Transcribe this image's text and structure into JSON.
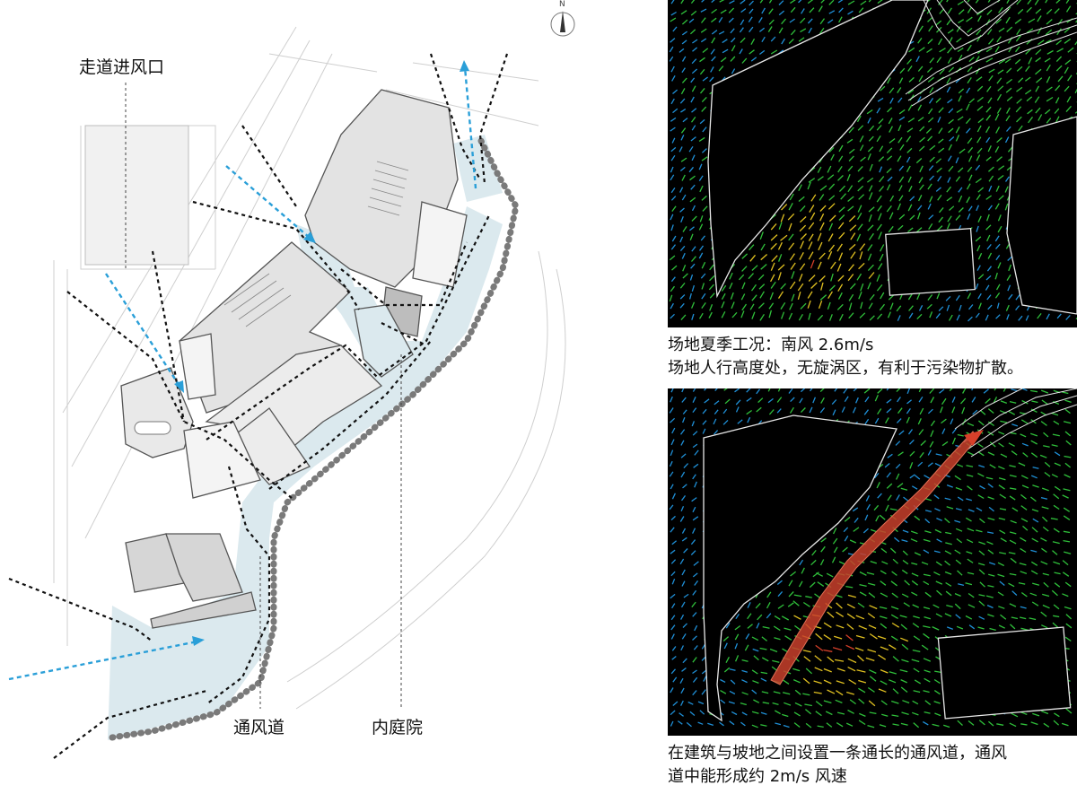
{
  "plan": {
    "label_corridor_inlet": "走道进风口",
    "label_vent_channel": "通风道",
    "label_inner_courtyard": "内庭院",
    "north_mark": "N"
  },
  "sim_top": {
    "caption_line1": "场地夏季工况：南风 2.6m/s",
    "caption_line2": "场地人行高度处，无旋涡区，有利于污染物扩散。"
  },
  "sim_bottom": {
    "caption_line1": "在建筑与坡地之间设置一条通长的通风道，通风",
    "caption_line2": "道中能形成约 2m/s 风速"
  },
  "colors": {
    "sim_background": "#000000",
    "wind_low": "#1f8fd6",
    "wind_mid": "#2fbf3a",
    "wind_high": "#e0c020",
    "wind_peak": "#d8402a",
    "airflow_arrow": "#2a9fd8",
    "plan_fill": "#e6e6e6",
    "courtyard_fill": "#dbe9ee"
  }
}
